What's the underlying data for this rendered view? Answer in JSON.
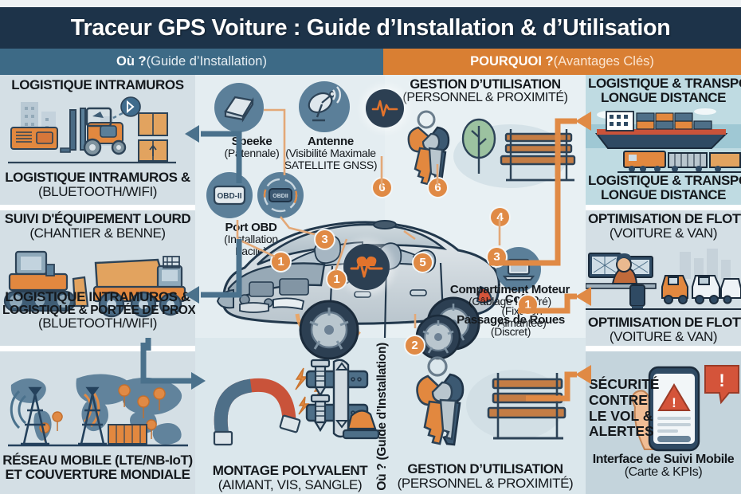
{
  "header": {
    "title": "Traceur GPS Voiture : Guide d’Installation & d’Utilisation",
    "tab_left_bold": "Où ? ",
    "tab_left_normal": "(Guide d’Installation)",
    "tab_right_bold": "POURQUOI ? ",
    "tab_right_normal": "(Avantages Clés)"
  },
  "left_column": [
    {
      "top_caption": "LOGISTIQUE INTRAMUROS",
      "icon": "forklift-bluetooth-icon",
      "caption_line1": "LOGISTIQUE INTRAMUROS &",
      "caption_line2": "(BLUETOOTH/WIFI)"
    },
    {
      "top_caption_line1": "SUIVI D'ÉQUIPEMENT LOURD",
      "top_caption_line2": "(CHANTIER & BENNE)",
      "icon": "bulldozer-dumptruck-icon",
      "caption_line1": "LOGISTIQUE INTRAMUROS &",
      "caption_line2": "LOGISTIQUE & PORTÉE DE PROXIMITÉ",
      "caption_line3": "(BLUETOOTH/WIFI)"
    },
    {
      "icon": "world-map-cell-towers-icon",
      "caption_line1": "RÉSEAU MOBILE (LTE/NB-IoT)",
      "caption_line2": "ET COUVERTURE MONDIALE"
    }
  ],
  "right_column": [
    {
      "top_caption_line1": "LOGISTIQUE & TRANSPORT",
      "top_caption_line2": "LONGUE DISTANCE",
      "icon": "cargo-ship-freight-train-icon",
      "caption_line1": "LOGISTIQUE & TRANSPORT",
      "caption_line2": "LONGUE DISTANCE"
    },
    {
      "top_caption_line1": "OPTIMISATION DE FLOTTE",
      "top_caption_line2": "(VOITURE & VAN)",
      "icon": "fleet-dispatcher-vans-icon",
      "caption_line1": "OPTIMISATION DE FLOTTE",
      "caption_line2": "(VOITURE & VAN)"
    },
    {
      "overlay_caption": "SÉCURITÉ CONTRE LE VOL & ALERTES",
      "icon": "smartphone-alert-hand-icon",
      "caption_line1": "Interface de Suivi Mobile",
      "caption_line2": "(Carte & KPIs)"
    }
  ],
  "mid_section": {
    "components": [
      {
        "icon": "speaker-plate-icon",
        "title": "Speeke",
        "sub": "(Patennale)"
      },
      {
        "icon": "satellite-dish-icon",
        "title": "Antenne",
        "sub_line1": "(Visibilité Maximale",
        "sub_line2": "SATELLITE GNSS)"
      },
      {
        "icon": "pulse-heartbeat-icon",
        "title": "",
        "sub": ""
      },
      {
        "icon": "obd-ii-connector-icon",
        "title": "Port OBD",
        "sub_line1": "(Installation",
        "sub_line2": "Facile)"
      },
      {
        "icon": "obd-dongle-icon",
        "title": "",
        "sub": ""
      },
      {
        "icon": "laptop-trunk-icon",
        "title": "Coffre",
        "sub_line1": "(Fixation",
        "sub_line2": "Aimantée)"
      },
      {
        "icon": "car-wheel-icon",
        "title": "Passages de Roues",
        "sub": "(Discret)"
      }
    ],
    "engine_label_title": "Compartiment Moteur",
    "engine_label_sub": "(Câblage Intégré)",
    "gestion_head_title": "GESTION D’UTILISATION",
    "gestion_head_sub": "(PERSONNEL & PROXIMITÉ)",
    "vertical_label": "Où ? (Guide d’Installation)",
    "montage_caption_line1": "MONTAGE POLYVALENT",
    "montage_caption_line2": "(AIMANT, VIS, SANGLE)",
    "gestion_caption_line1": "GESTION D’UTILISATION",
    "gestion_caption_line2": "(PERSONNEL & PROXIMITÉ)",
    "markers": [
      "6",
      "6",
      "3",
      "1",
      "1",
      "5",
      "4",
      "3",
      "2",
      "1"
    ],
    "car_icon": "sedan-car-cutaway-icon",
    "magnet_icon": "horseshoe-magnet-icon",
    "screw_strap_icon": "screw-bolt-strap-icon",
    "keys_icon": "keyring-keys-icon",
    "bench_icon": "park-bench-icon",
    "tree_icon": "tree-icon"
  },
  "colors": {
    "header_navy": "#1d3349",
    "tab_blue": "#3d6a86",
    "tab_orange": "#d97f33",
    "panel_blue": "#d4dfe5",
    "accent_orange": "#e08a45",
    "arrow_blue": "#4a718c",
    "steel": "#5b7f99"
  }
}
